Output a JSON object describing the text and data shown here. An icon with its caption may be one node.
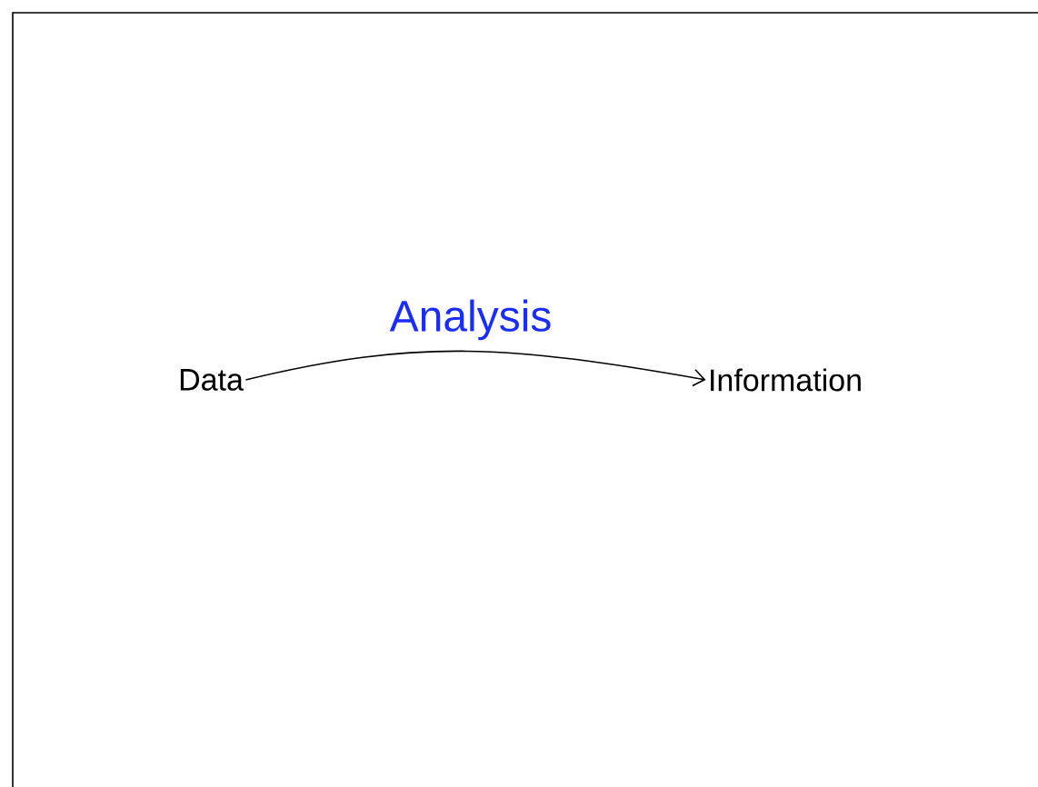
{
  "diagram": {
    "nodes": [
      {
        "text": [
          "Data"
        ]
      },
      {
        "text": [
          "Information"
        ]
      }
    ],
    "edges": [
      {
        "from": 0,
        "to": 1,
        "arrow": "to",
        "label": "Analysis"
      }
    ]
  }
}
